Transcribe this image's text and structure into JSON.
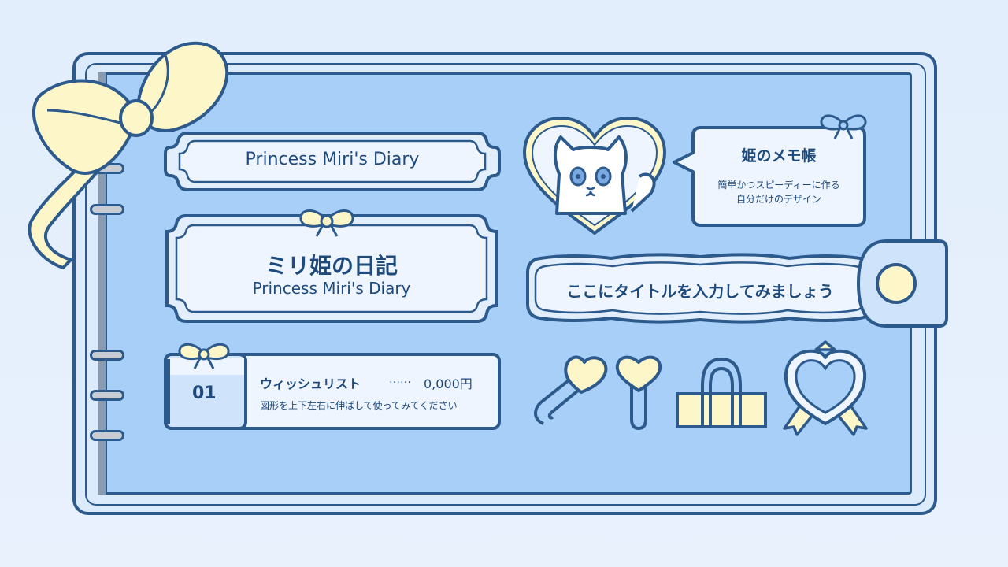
{
  "plaque_top": {
    "text": "Princess Miri's Diary"
  },
  "plaque_main": {
    "title": "ミリ姫の日記",
    "subtitle": "Princess Miri's Diary"
  },
  "memo": {
    "title": "姫のメモ帳",
    "line1": "簡単かつスピーディーに作る",
    "line2": "自分だけのデザイン"
  },
  "title_banner": {
    "text": "ここにタイトルを入力してみましょう"
  },
  "wishlist": {
    "number": "01",
    "title": "ウィッシュリスト",
    "dots": "……",
    "price": "0,000円",
    "note": "図形を上下左右に伸ばして使ってみてください"
  },
  "colors": {
    "navy": "#2c5a8c",
    "page_blue": "#a8cff8",
    "cream": "#fdf6c8",
    "light": "#eef5fe"
  },
  "icons": [
    "bow-icon",
    "cat-icon",
    "heart-pin-icon",
    "heart-clip-icon",
    "binder-clip-icon",
    "heart-badge-icon"
  ]
}
